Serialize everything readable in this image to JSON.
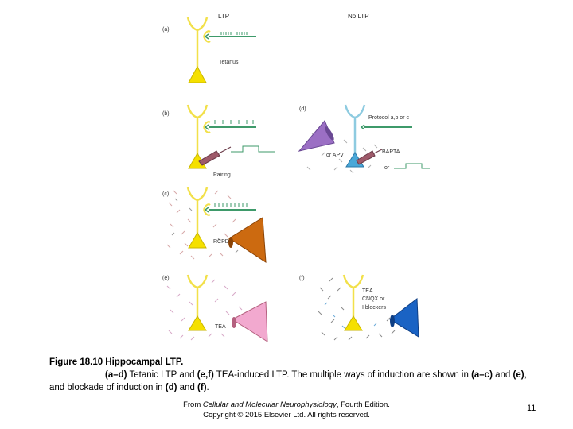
{
  "figure": {
    "header_ltp": "LTP",
    "header_no_ltp": "No LTP",
    "panel_a": "(a)",
    "panel_b": "(b)",
    "panel_c": "(c)",
    "panel_d": "(d)",
    "panel_e": "(e)",
    "panel_f": "(f)",
    "label_tetanus": "Tetanus",
    "label_pairing": "Pairing",
    "label_rcpd": "RCPD",
    "label_tea_e": "TEA",
    "label_protocol": "Protocol a,b or c",
    "label_bapta": "BAPTA",
    "label_or_apv": "or APV",
    "label_or": "or",
    "label_tea_f": "TEA",
    "label_cnqx": "CNQX or",
    "label_blockers": "I   blockers",
    "colors": {
      "neuron": "#f2e04a",
      "soma": "#f5e000",
      "axon": "#3e9a6a",
      "pipette_d": "#9b6fc4",
      "pipette_d_cell": "#4aa8d8",
      "pipette_c": "#cc6a10",
      "pipette_e": "#f2a9cf",
      "pipette_f": "#1a63c4"
    }
  },
  "caption": {
    "title": "Figure 18.10 Hippocampal LTP.",
    "part1": "(a–d)",
    "text1": " Tetanic LTP and ",
    "part2": "(e,f)",
    "text2": " TEA-induced LTP. The multiple ways of induction are shown in ",
    "part3": "(a–c)",
    "text3": " and ",
    "part4": "(e)",
    "text4": ", and blockade of induction in ",
    "part5": "(d)",
    "text5": " and ",
    "part6": "(f)",
    "text6": "."
  },
  "source": {
    "prefix": "From ",
    "book": "Cellular and Molecular Neurophysiology",
    "suffix": ", Fourth Edition.",
    "copyright": "Copyright © 2015 Elsevier Ltd. All rights reserved."
  },
  "page_number": "11"
}
